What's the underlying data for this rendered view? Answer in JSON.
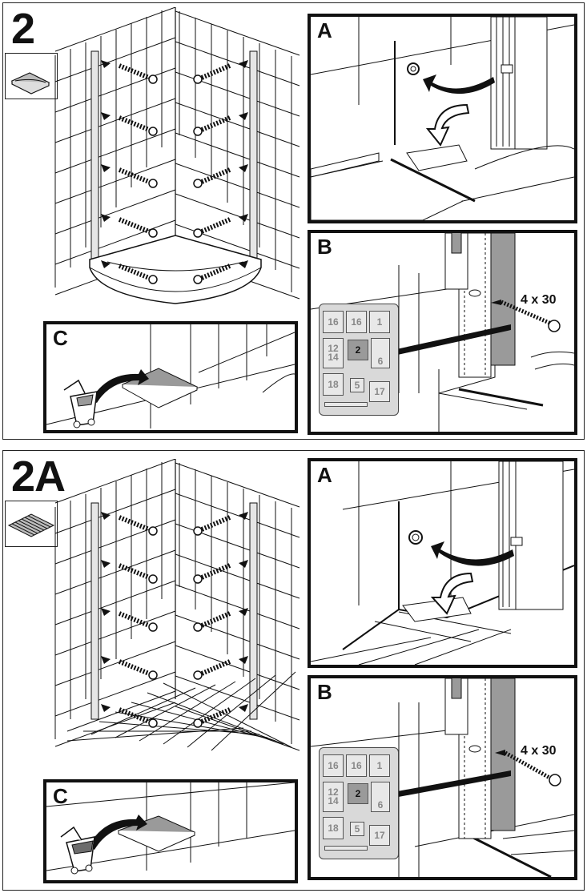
{
  "steps": [
    {
      "number": "2",
      "tray_icon": "quarter-round-tray-icon",
      "panel_a": {
        "letter": "A"
      },
      "panel_b": {
        "letter": "B",
        "screw_label": "4 x 30",
        "legend": [
          "16",
          "16",
          "1",
          "12\n14",
          "2",
          "6",
          "18",
          "5",
          "17"
        ],
        "highlighted": "2"
      },
      "panel_c": {
        "letter": "C"
      }
    },
    {
      "number": "2A",
      "tray_icon": "tiled-floor-icon",
      "panel_a": {
        "letter": "A"
      },
      "panel_b": {
        "letter": "B",
        "screw_label": "4 x 30",
        "legend": [
          "16",
          "16",
          "1",
          "12\n14",
          "2",
          "6",
          "18",
          "5",
          "17"
        ],
        "highlighted": "2"
      },
      "panel_c": {
        "letter": "C"
      }
    }
  ],
  "colors": {
    "line": "#111111",
    "fill_gray": "#9a9a9a",
    "legend_bg": "#d9d9d9"
  }
}
